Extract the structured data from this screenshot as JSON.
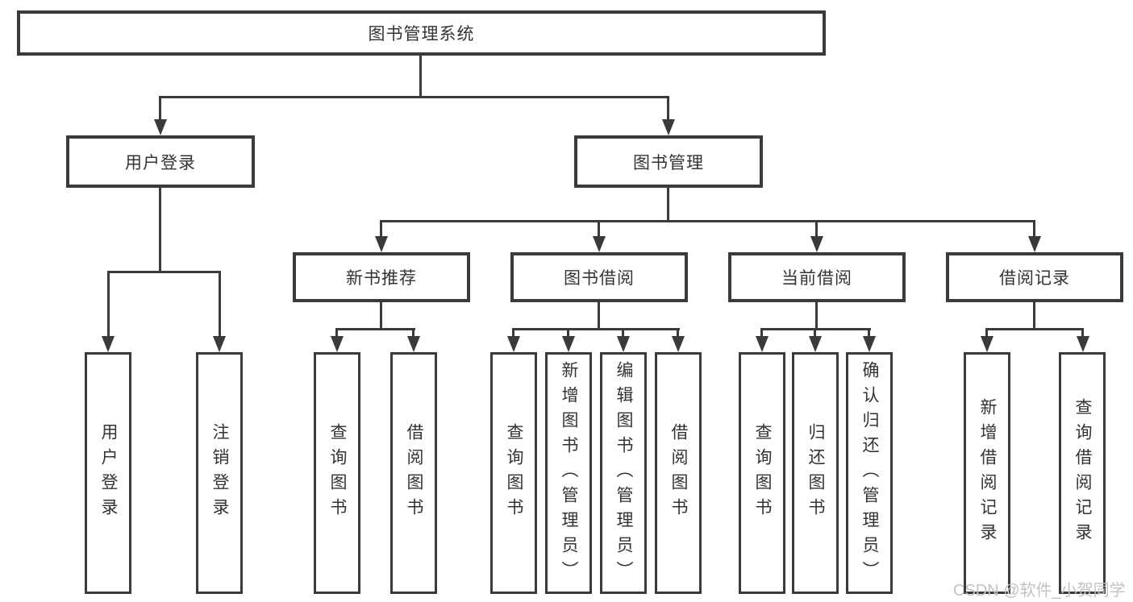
{
  "diagram": {
    "root": {
      "label": "图书管理系统"
    },
    "level2": [
      {
        "label": "用户登录"
      },
      {
        "label": "图书管理"
      }
    ],
    "level3": [
      {
        "label": "新书推荐"
      },
      {
        "label": "图书借阅"
      },
      {
        "label": "当前借阅"
      },
      {
        "label": "借阅记录"
      }
    ],
    "leaves": {
      "user_login": [
        {
          "label": "用户登录"
        },
        {
          "label": "注销登录"
        }
      ],
      "new_book": [
        {
          "label": "查询图书"
        },
        {
          "label": "借阅图书"
        }
      ],
      "book_borrow": [
        {
          "label": "查询图书"
        },
        {
          "label": "新增图书（管理员）"
        },
        {
          "label": "编辑图书（管理员）"
        },
        {
          "label": "借阅图书"
        }
      ],
      "current_borrow": [
        {
          "label": "查询图书"
        },
        {
          "label": "归还图书"
        },
        {
          "label": "确认归还（管理员）"
        }
      ],
      "borrow_record": [
        {
          "label": "新增借阅记录"
        },
        {
          "label": "查询借阅记录"
        }
      ]
    }
  },
  "watermark": {
    "text": "CSDN @软件_小贺同学"
  },
  "colors": {
    "line": "#3a3a3a",
    "text": "#333333",
    "watermark": "#c6c0c3",
    "background": "#ffffff"
  }
}
